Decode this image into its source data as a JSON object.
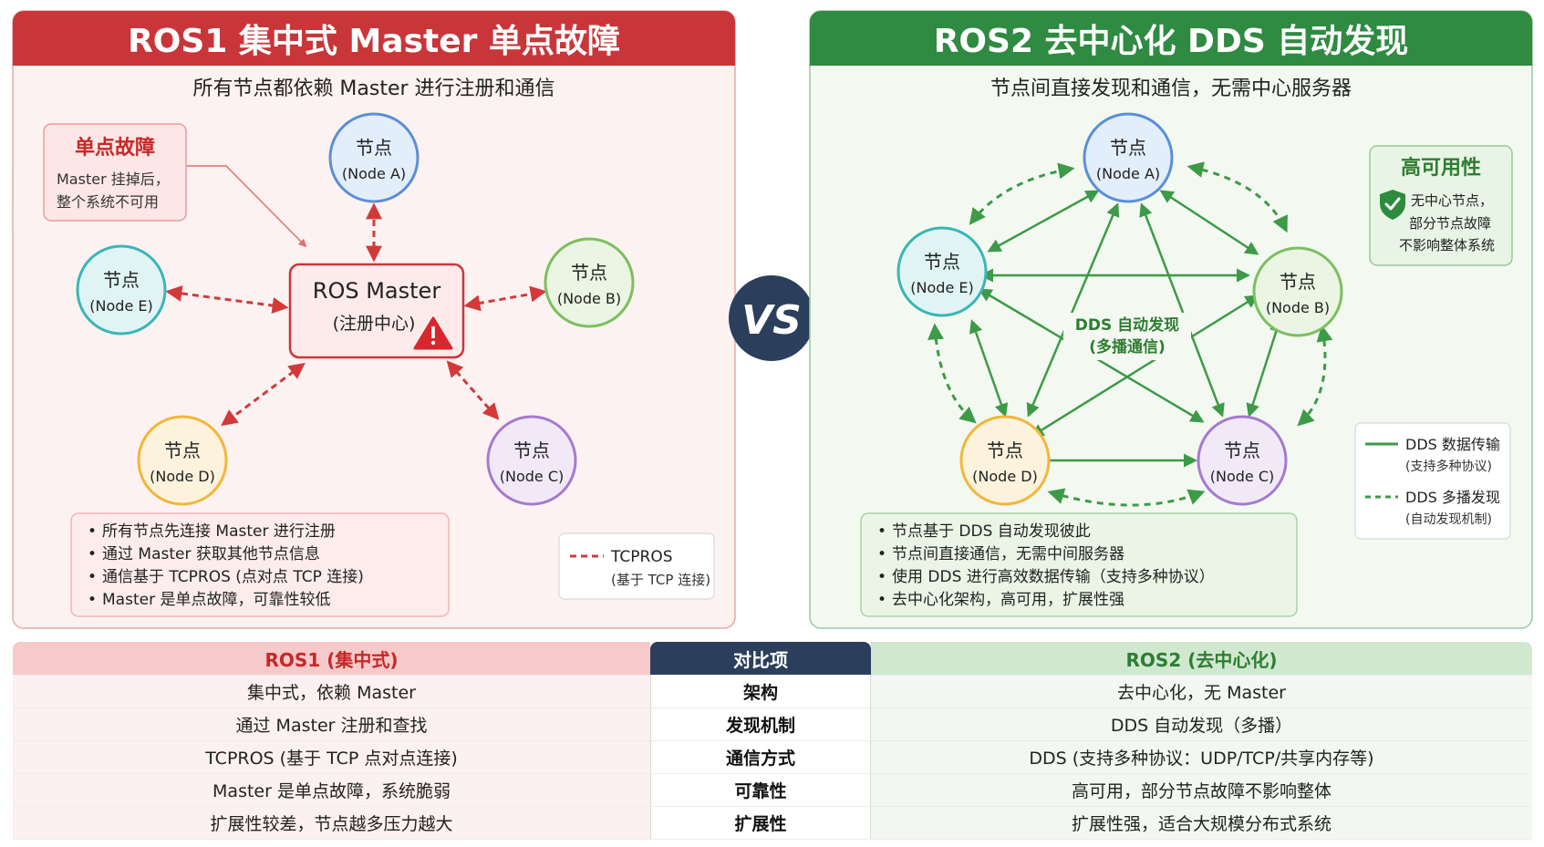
{
  "colors": {
    "ros1_accent": "#c62828",
    "ros2_accent": "#2e7d32",
    "vs_badge": "#2b3f5c"
  },
  "ros1": {
    "title": "ROS1 集中式 Master 单点故障",
    "subtitle": "所有节点都依赖 Master 进行注册和通信",
    "callout": {
      "title": "单点故障",
      "line1": "Master 挂掉后，",
      "line2": "整个系统不可用"
    },
    "master": {
      "line1": "ROS Master",
      "line2": "(注册中心)",
      "icon": "warning-icon"
    },
    "nodes": [
      {
        "id": "A",
        "line1": "节点",
        "line2": "(Node A)",
        "color": "#5b8fd6",
        "fill": "#e3eefb"
      },
      {
        "id": "B",
        "line1": "节点",
        "line2": "(Node B)",
        "color": "#7cbf5e",
        "fill": "#eaf5e3"
      },
      {
        "id": "C",
        "line1": "节点",
        "line2": "(Node C)",
        "color": "#a57ad0",
        "fill": "#f1e9f8"
      },
      {
        "id": "D",
        "line1": "节点",
        "line2": "(Node D)",
        "color": "#f2b63a",
        "fill": "#fdf3dd"
      },
      {
        "id": "E",
        "line1": "节点",
        "line2": "(Node E)",
        "color": "#3ab6b6",
        "fill": "#e1f4f4"
      }
    ],
    "bullets": [
      "所有节点先连接 Master 进行注册",
      "通过 Master 获取其他节点信息",
      "通信基于 TCPROS (点对点 TCP 连接)",
      "Master 是单点故障，可靠性较低"
    ],
    "legend": {
      "line1": "TCPROS",
      "line2": "(基于 TCP 连接)"
    }
  },
  "vs_label": "VS",
  "ros2": {
    "title": "ROS2 去中心化 DDS 自动发现",
    "subtitle": "节点间直接发现和通信，无需中心服务器",
    "center_label": {
      "line1": "DDS 自动发现",
      "line2": "(多播通信)"
    },
    "ha_box": {
      "title": "高可用性",
      "line1": "无中心节点，",
      "line2": "部分节点故障",
      "line3": "不影响整体系统",
      "icon": "shield-check-icon"
    },
    "nodes": [
      {
        "id": "A",
        "line1": "节点",
        "line2": "(Node A)",
        "color": "#5b8fd6",
        "fill": "#e3eefb"
      },
      {
        "id": "B",
        "line1": "节点",
        "line2": "(Node B)",
        "color": "#7cbf5e",
        "fill": "#eaf5e3"
      },
      {
        "id": "C",
        "line1": "节点",
        "line2": "(Node C)",
        "color": "#a57ad0",
        "fill": "#f1e9f8"
      },
      {
        "id": "D",
        "line1": "节点",
        "line2": "(Node D)",
        "color": "#f2b63a",
        "fill": "#fdf3dd"
      },
      {
        "id": "E",
        "line1": "节点",
        "line2": "(Node E)",
        "color": "#3ab6b6",
        "fill": "#e1f4f4"
      }
    ],
    "bullets": [
      "节点基于 DDS 自动发现彼此",
      "节点间直接通信，无需中间服务器",
      "使用 DDS 进行高效数据传输（支持多种协议）",
      "去中心化架构，高可用，扩展性强"
    ],
    "legend": {
      "solid_line1": "DDS 数据传输",
      "solid_line2": "(支持多种协议)",
      "dash_line1": "DDS 多播发现",
      "dash_line2": "(自动发现机制)"
    }
  },
  "table": {
    "headers": [
      "ROS1 (集中式)",
      "对比项",
      "ROS2 (去中心化)"
    ],
    "rows": [
      [
        "集中式，依赖 Master",
        "架构",
        "去中心化，无 Master"
      ],
      [
        "通过 Master 注册和查找",
        "发现机制",
        "DDS 自动发现（多播）"
      ],
      [
        "TCPROS (基于 TCP 点对点连接)",
        "通信方式",
        "DDS (支持多种协议：UDP/TCP/共享内存等)"
      ],
      [
        "Master 是单点故障，系统脆弱",
        "可靠性",
        "高可用，部分节点故障不影响整体"
      ],
      [
        "扩展性较差，节点越多压力越大",
        "扩展性",
        "扩展性强，适合大规模分布式系统"
      ]
    ]
  }
}
